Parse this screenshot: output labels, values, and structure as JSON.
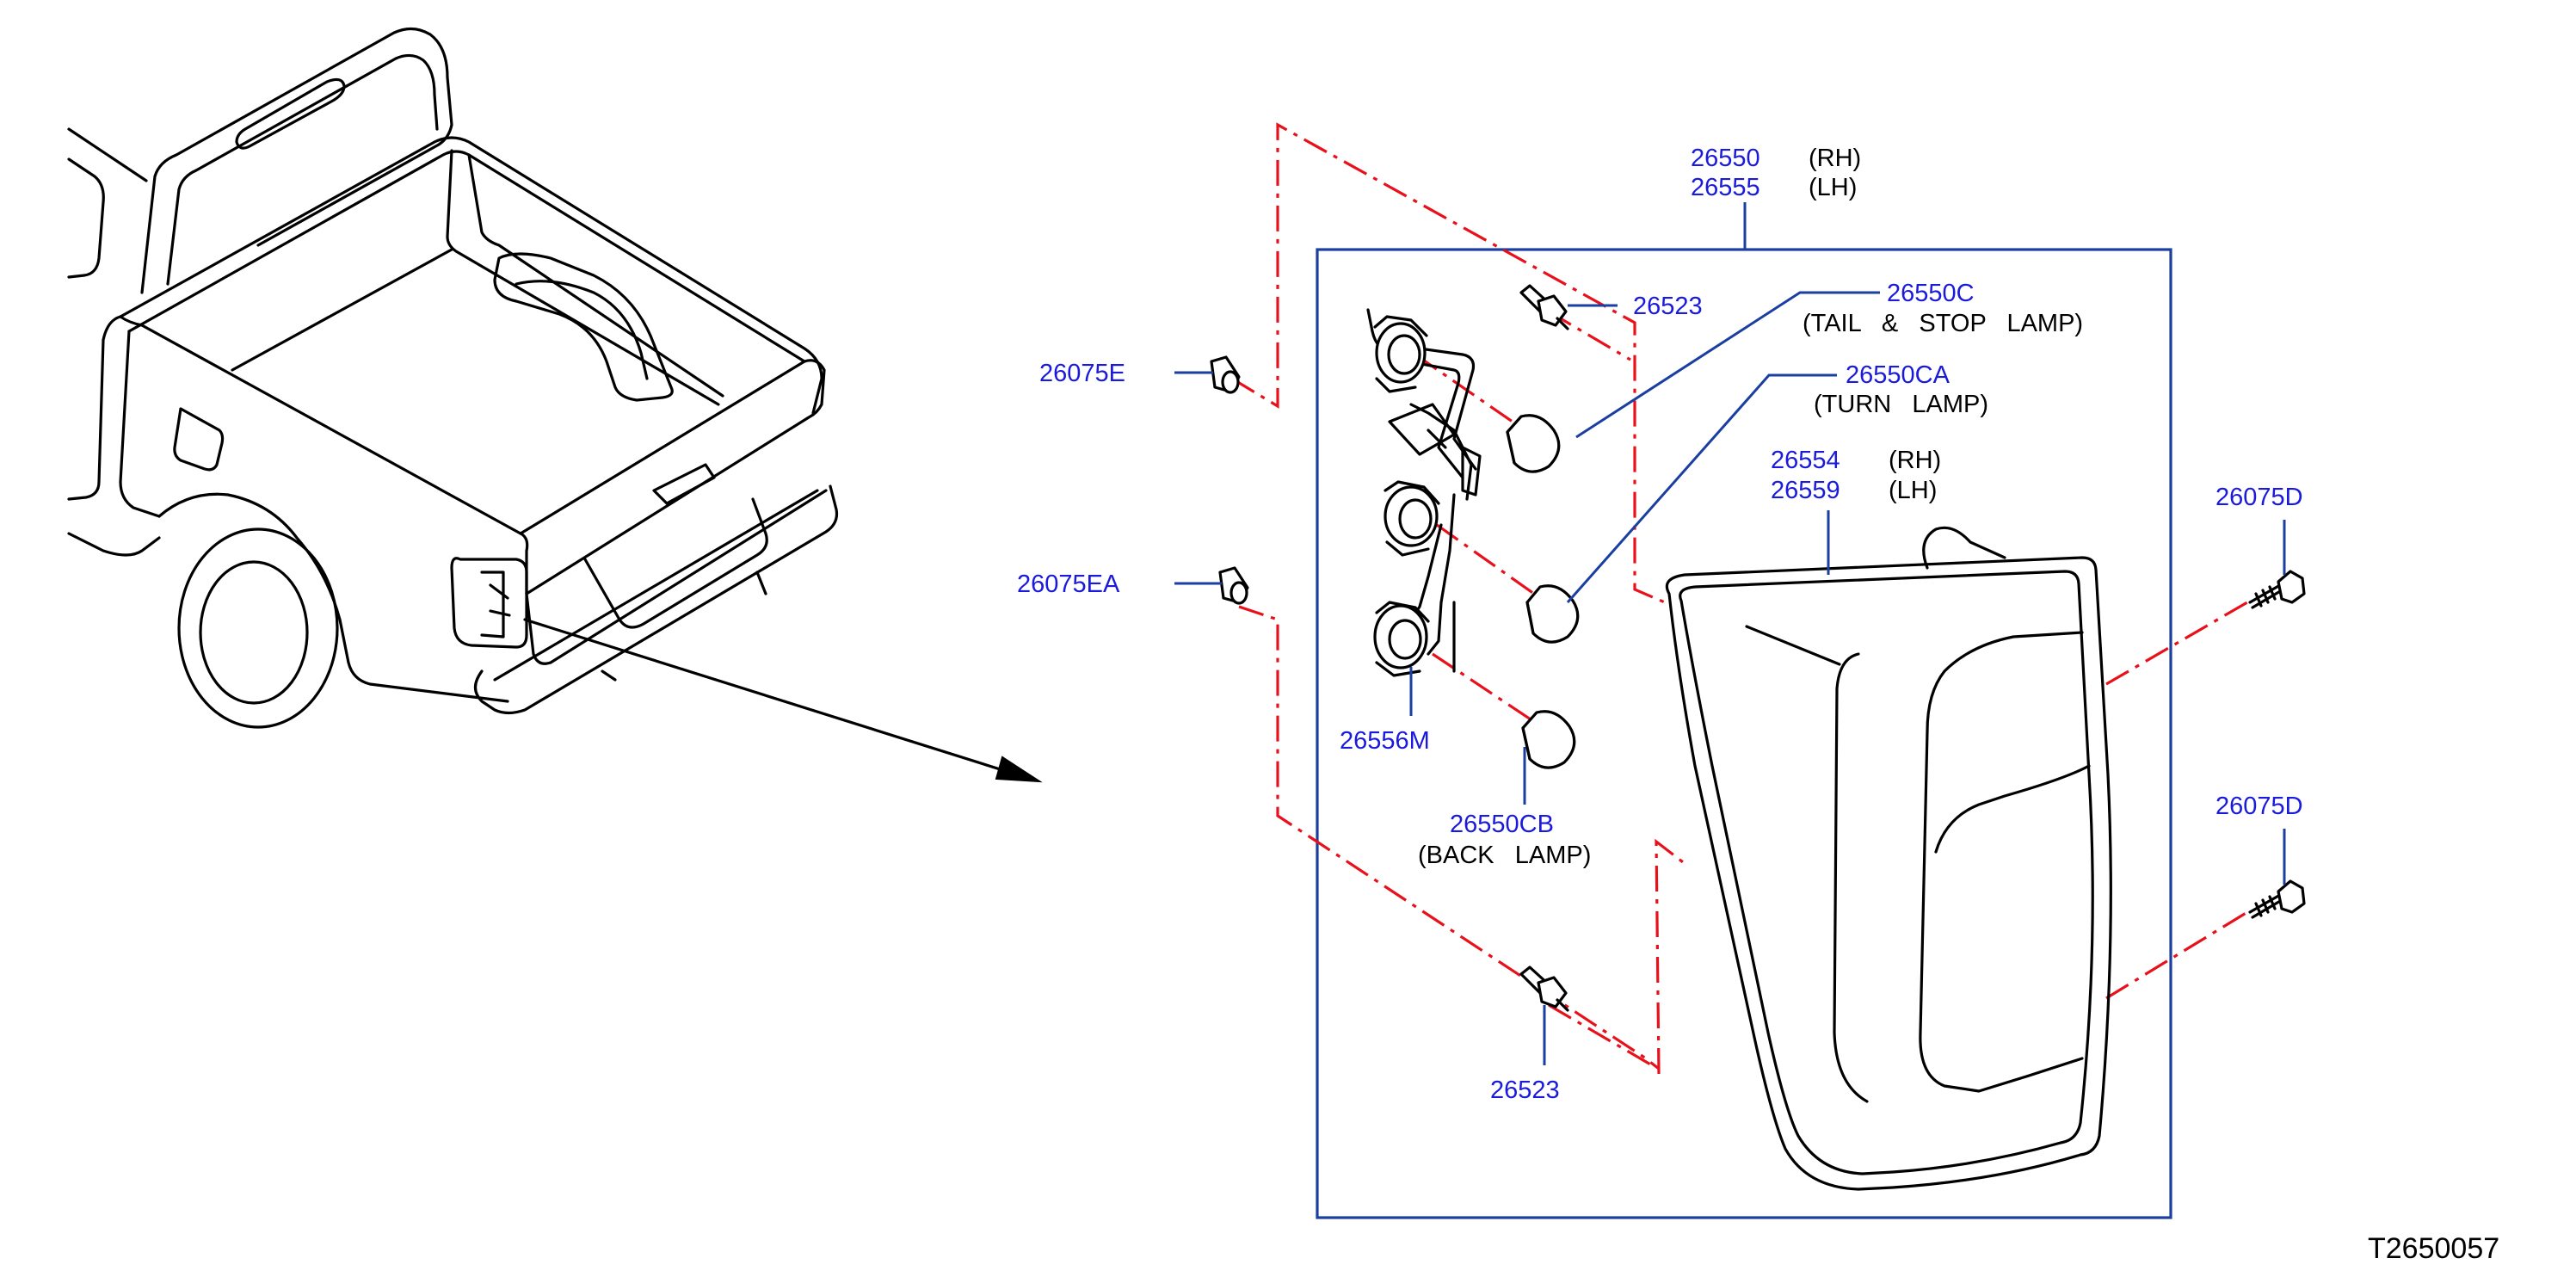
{
  "diagram_ref": "T2650057",
  "colors": {
    "part_number": "#1a1adc",
    "leader": "#1a3fa0",
    "assembly_line": "#e8101a",
    "line_art": "#000000"
  },
  "callouts": {
    "assembly": {
      "rh_number": "26550",
      "rh_side": "(RH)",
      "lh_number": "26555",
      "lh_side": "(LH)"
    },
    "bulb_tail_stop": {
      "number": "26550C",
      "label": "(TAIL   &   STOP   LAMP)"
    },
    "bulb_turn": {
      "number": "26550CA",
      "label": "(TURN   LAMP)"
    },
    "bulb_back": {
      "number": "26550CB",
      "label": "(BACK   LAMP)"
    },
    "housing": {
      "rh_number": "26554",
      "rh_side": "(RH)",
      "lh_number": "26559",
      "lh_side": "(LH)"
    },
    "screw_top": "26523",
    "screw_bottom": "26523",
    "grommet_upper": "26075E",
    "grommet_lower": "26075EA",
    "bolt_upper": "26075D",
    "bolt_lower": "26075D",
    "socket_harness": "26556M"
  }
}
